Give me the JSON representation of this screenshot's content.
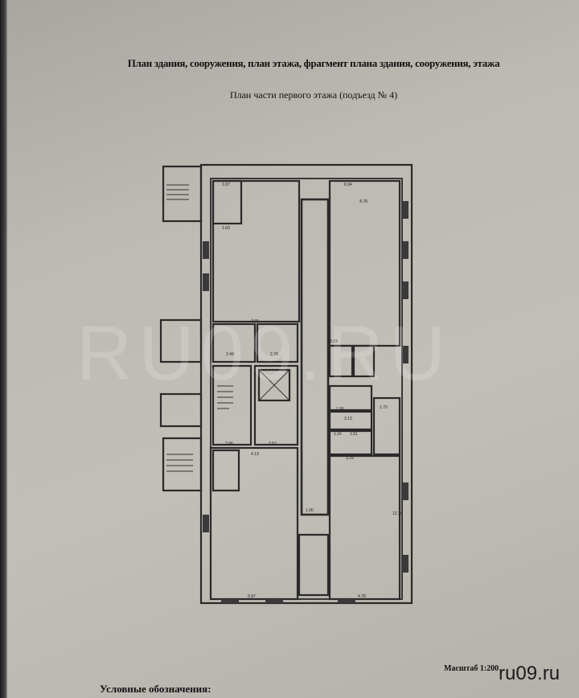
{
  "document": {
    "title": "План здания, сооружения, план этажа, фрагмент плана здания, сооружения, этажа",
    "subtitle": "План части первого этажа (подъезд № 4)",
    "scale": "Масштаб 1:200",
    "legend_heading": "Условные обозначения:"
  },
  "watermark": {
    "center": "RU09.RU",
    "corner": "ru09.ru"
  },
  "plan": {
    "dimensions": [
      "1.67",
      "6.94",
      "4.78",
      "1.60",
      "3.65",
      "2.49",
      "2.76",
      "8.19",
      "2.96",
      "2.67",
      "4.13",
      "1.90",
      "3.29",
      "5.97",
      "4.78",
      "12.14",
      "1.90",
      "1.70",
      "3.13",
      "1.51",
      "1.16"
    ]
  }
}
